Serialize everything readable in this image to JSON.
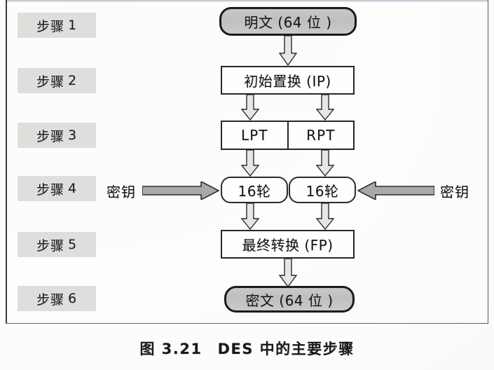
{
  "figure": {
    "caption_number": "图 3.21",
    "caption_title": "DES 中的主要步骤"
  },
  "steps": [
    {
      "label": "步骤",
      "number": "1"
    },
    {
      "label": "步骤",
      "number": "2"
    },
    {
      "label": "步骤",
      "number": "3"
    },
    {
      "label": "步骤",
      "number": "4"
    },
    {
      "label": "步骤",
      "number": "5"
    },
    {
      "label": "步骤",
      "number": "6"
    }
  ],
  "flow": {
    "plaintext": "明文 (64 位 )",
    "initial_permutation": "初始置换 (IP)",
    "left_half": "LPT",
    "right_half": "RPT",
    "rounds_left": "16轮",
    "rounds_right": "16轮",
    "final_permutation": "最终转换 (FP)",
    "ciphertext": "密文 (64 位 )"
  },
  "keys": {
    "left_label": "密钥",
    "right_label": "密钥"
  },
  "colors": {
    "terminator_fill": "#c5c5c6",
    "step_label_fill": "#dededd",
    "box_stroke": "#26262b",
    "arrow_fill": "#e4e4e4",
    "key_arrow_fill": "#a9a9a9",
    "page_background": "#fdfdfc"
  }
}
